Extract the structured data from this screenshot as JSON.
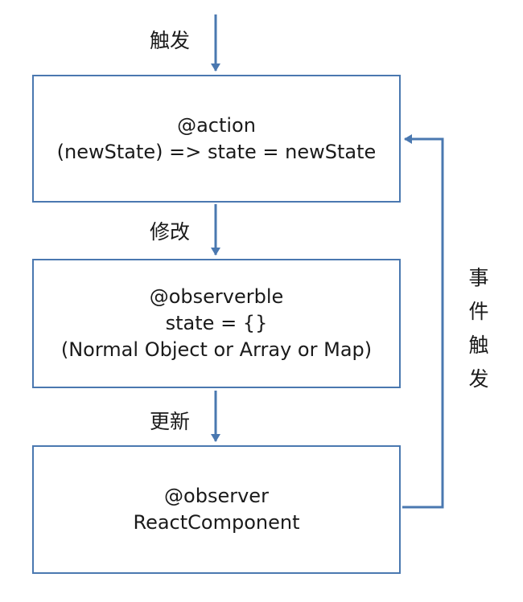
{
  "labels": {
    "trigger": "触发",
    "modify": "修改",
    "update": "更新",
    "event_trigger": [
      "事",
      "件",
      "触",
      "发"
    ]
  },
  "boxes": {
    "action": {
      "line1": "@action",
      "line2": "(newState) => state = newState"
    },
    "observable": {
      "line1": "@observerble",
      "line2": "state = {}",
      "line3": "(Normal Object or Array or Map)"
    },
    "observer": {
      "line1": "@observer",
      "line2": "ReactComponent"
    }
  },
  "colors": {
    "stroke": "#4a78b0",
    "text": "#1a1a1a",
    "background": "#ffffff"
  }
}
